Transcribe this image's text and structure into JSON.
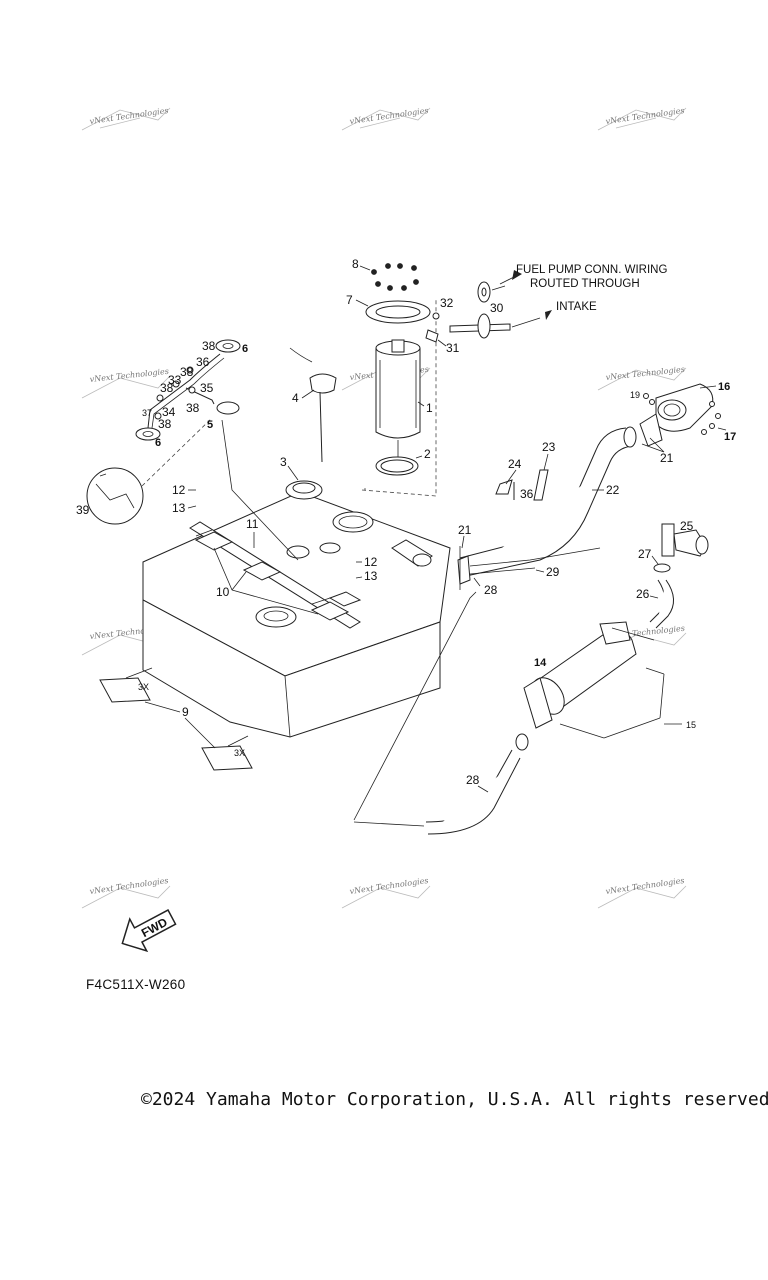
{
  "diagram": {
    "callouts": [
      "1",
      "2",
      "3",
      "4",
      "5",
      "6",
      "6",
      "7",
      "8",
      "9",
      "10",
      "11",
      "12",
      "12",
      "13",
      "13",
      "14",
      "15",
      "16",
      "17",
      "19",
      "21",
      "21",
      "22",
      "23",
      "24",
      "25",
      "26",
      "27",
      "28",
      "28",
      "29",
      "30",
      "31",
      "32",
      "33",
      "34",
      "35",
      "36",
      "36",
      "37",
      "38",
      "38",
      "38",
      "38",
      "38",
      "39"
    ],
    "notes": {
      "wiring_line1": "FUEL PUMP CONN. WIRING",
      "wiring_line2": "ROUTED THROUGH",
      "intake": "INTAKE",
      "qty_3x_a": "3X",
      "qty_3x_b": "3X"
    },
    "fwd_label": "FWD",
    "watermark_text": "vNext Technologies",
    "diagram_code": "F4C511X-W260"
  },
  "footer": {
    "copyright": "©2024 Yamaha Motor Corporation, U.S.A. All rights reserved."
  }
}
